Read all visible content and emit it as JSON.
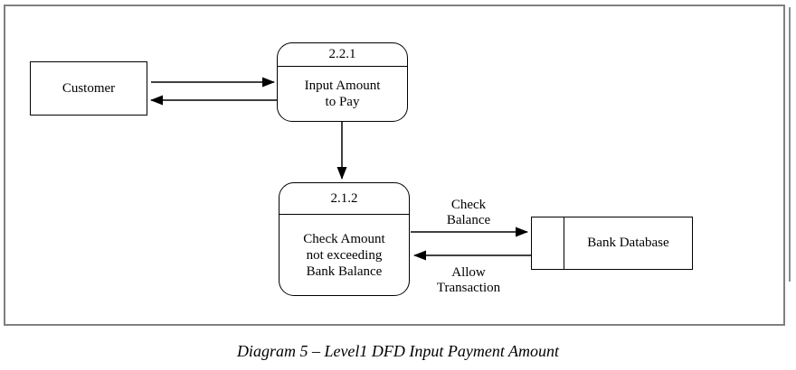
{
  "diagram": {
    "caption": "Diagram 5 – Level1 DFD Input Payment Amount",
    "customer": {
      "label": "Customer"
    },
    "process_input": {
      "number": "2.2.1",
      "label": "Input Amount\nto Pay"
    },
    "process_check": {
      "number": "2.1.2",
      "label": "Check Amount\nnot exceeding\nBank Balance"
    },
    "datastore": {
      "label": "Bank Database"
    },
    "flows": {
      "check_balance": "Check\nBalance",
      "allow_transaction": "Allow\nTransaction"
    }
  }
}
